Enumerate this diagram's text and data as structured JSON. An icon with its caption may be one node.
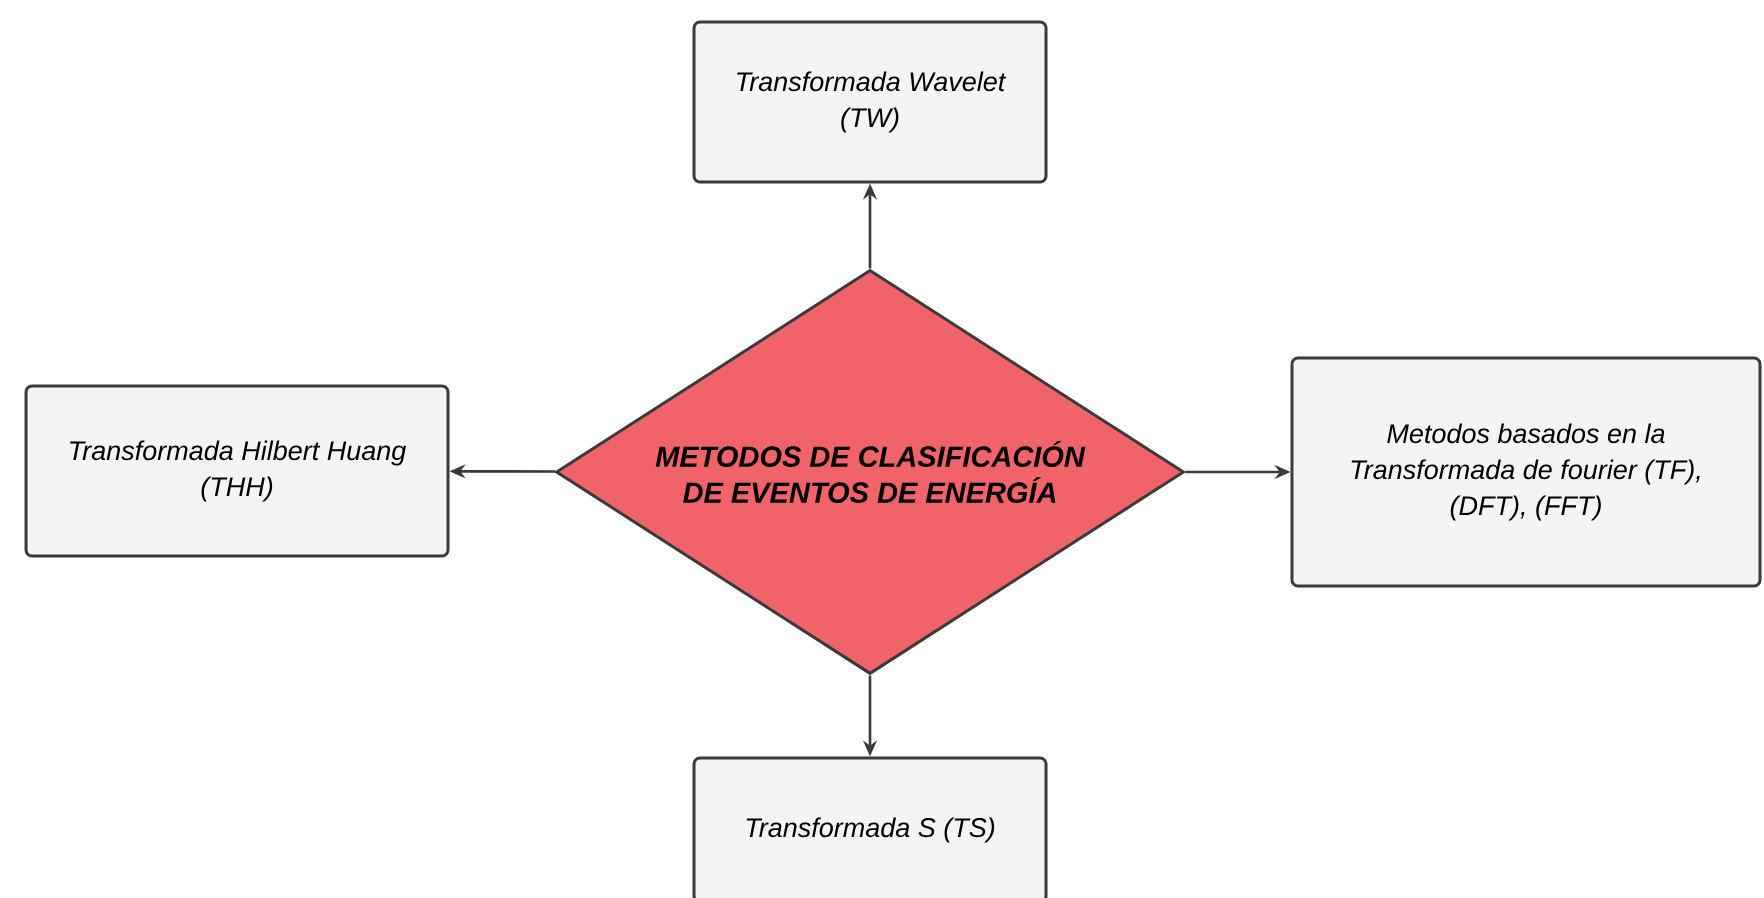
{
  "diagram": {
    "nodes": [
      {
        "text": [
          "METODOS DE CLASIFICACIÓN DE EVENTOS DE ENERGÍA"
        ]
      },
      {
        "text": [
          "Transformada Wavelet (TW)"
        ]
      },
      {
        "text": [
          "Transformada Hilbert Huang (THH)"
        ]
      },
      {
        "text": [
          "Metodos basados en la Transformada de fourier (TF), (DFT), (FFT)"
        ]
      },
      {
        "text": [
          "Transformada S (TS)"
        ]
      }
    ],
    "edges": [
      {
        "from": 0,
        "to": 1,
        "arrow": "to"
      },
      {
        "from": 0,
        "to": 2,
        "arrow": "to"
      },
      {
        "from": 0,
        "to": 3,
        "arrow": "to"
      },
      {
        "from": 0,
        "to": 4,
        "arrow": "to"
      }
    ]
  }
}
